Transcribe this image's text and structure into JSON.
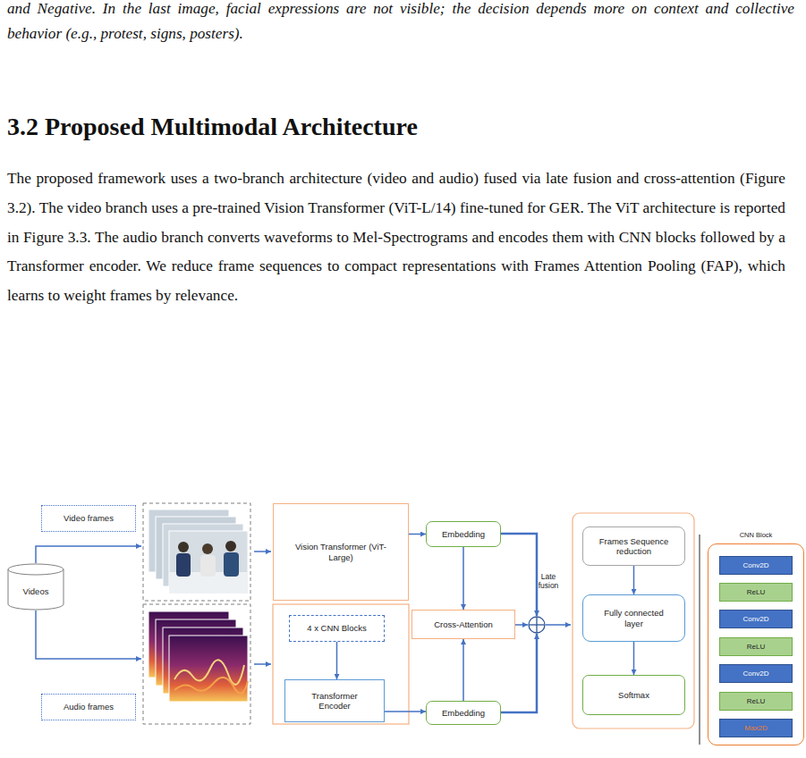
{
  "diagram": {
    "title": "3.2 Proposed Multimodal Architecture",
    "nodes": [
      {
        "text": [
          "Videos"
        ]
      },
      {
        "text": [
          "Video frames"
        ]
      },
      {
        "text": [
          "Audio frames"
        ]
      },
      {
        "text": [
          "Vision Transformer (ViT-Large)"
        ]
      },
      {
        "text": [
          "4 x CNN Blocks"
        ]
      },
      {
        "text": [
          "Transformer Encoder"
        ]
      },
      {
        "text": [
          "Embedding"
        ]
      },
      {
        "text": [
          "Cross-Attention"
        ]
      },
      {
        "text": [
          "Embedding"
        ]
      },
      {
        "text": [
          "Frames Sequence reduction"
        ]
      },
      {
        "text": [
          "Fully connected layer"
        ]
      },
      {
        "text": [
          "Softmax"
        ]
      },
      {
        "text": [
          "CNN Block"
        ]
      },
      {
        "text": [
          "Conv2D"
        ],
        "in": 12
      },
      {
        "text": [
          "ReLU"
        ],
        "in": 12
      },
      {
        "text": [
          "Conv2D"
        ],
        "in": 12
      },
      {
        "text": [
          "ReLU"
        ],
        "in": 12
      },
      {
        "text": [
          "Conv2D"
        ],
        "in": 12
      },
      {
        "text": [
          "ReLU"
        ],
        "in": 12
      },
      {
        "text": [
          "Max2D"
        ],
        "in": 12
      }
    ],
    "edges": [
      {
        "from": 3,
        "to": 6,
        "arrow": "to"
      },
      {
        "from": 4,
        "to": 5,
        "arrow": "to"
      },
      {
        "from": 5,
        "to": 8,
        "arrow": "to"
      },
      {
        "from": 6,
        "to": 7,
        "arrow": "to"
      },
      {
        "from": 8,
        "to": 7,
        "arrow": "to"
      },
      {
        "from": 9,
        "to": 10,
        "arrow": "to"
      },
      {
        "from": 10,
        "to": 11,
        "arrow": "to"
      }
    ],
    "labels": [
      "and Negative. In the last image, facial expressions are not visible; the decision depends more on context and collective behavior (e.g., protest, signs, posters).",
      "The proposed framework uses a two-branch architecture (video and audio) fused via late fusion and cross-attention (Figure 3.2). The video branch uses a pre-trained Vision Transformer (ViT-L/14) fine-tuned for GER. The ViT architecture is reported in Figure 3.3. The audio branch converts waveforms to Mel-Spectrograms and encodes them with CNN blocks followed by a Transformer encoder. We reduce frame sequences to compact representations with Frames Attention Pooling (FAP), which learns to weight frames by relevance.",
      "Late fusion"
    ]
  }
}
